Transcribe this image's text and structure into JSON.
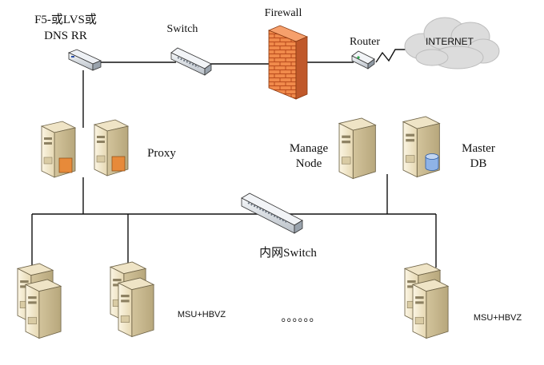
{
  "labels": {
    "load_balancer_line1": "F5-或LVS或",
    "load_balancer_line2": "DNS RR",
    "switch": "Switch",
    "firewall": "Firewall",
    "router": "Router",
    "internet": "INTERNET",
    "proxy": "Proxy",
    "manage_line1": "Manage",
    "manage_line2": "Node",
    "master_line1": "Master",
    "master_line2": "DB",
    "internal_switch": "内网Switch",
    "msu_left": "MSU+HBVZ",
    "msu_right": "MSU+HBVZ",
    "ellipsis": "。。。。。。"
  },
  "icons": {
    "load_balancer": "load-balancer-icon",
    "switch": "network-switch-icon",
    "firewall": "firewall-brick-icon",
    "router": "router-icon",
    "cloud": "internet-cloud-icon",
    "server": "server-tower-icon",
    "database": "database-cylinder-icon"
  },
  "colors": {
    "line": "#111111",
    "server_body": "#f1e7cc",
    "server_side": "#c9b98f",
    "proxy_accent": "#e78a3a",
    "firewall_brick": "#f08a4b",
    "cloud": "#d9d9d9",
    "db_blue": "#8fb3e6"
  }
}
